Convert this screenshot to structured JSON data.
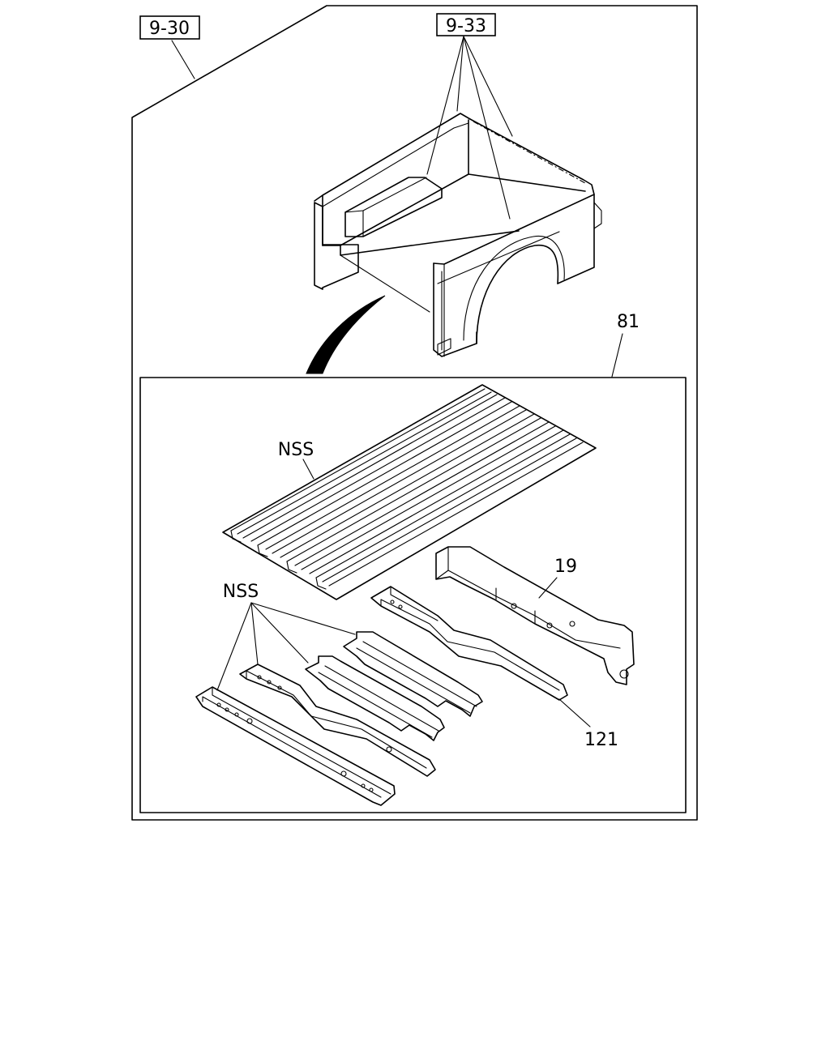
{
  "callouts": {
    "ref_main": "9-30",
    "ref_bed": "9-33",
    "part_kit": "81",
    "part_floor": "NSS",
    "part_crossmembers": "NSS",
    "part_rear_sill": "19",
    "part_front_sill": "121"
  },
  "colors": {
    "line": "#000000",
    "background": "#ffffff"
  }
}
